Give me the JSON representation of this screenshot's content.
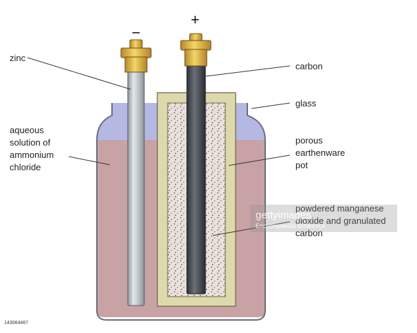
{
  "diagram": {
    "labels": {
      "zinc": "zinc",
      "solution": [
        "aqueous",
        "solution of",
        "ammonium",
        "chloride"
      ],
      "carbon": "carbon",
      "glass": "glass",
      "pot": [
        "porous",
        "earthenware",
        "pot"
      ],
      "mix": [
        "powdered manganese",
        "dioxide and granulated",
        "carbon"
      ]
    },
    "terminals": {
      "negative": "−",
      "positive": "+"
    }
  },
  "watermark": {
    "brand": "gettyimages",
    "credit": "Encyclopaedia Britannica",
    "stock_id": "143064467"
  },
  "colors": {
    "electrolyte": "#c9a2a6",
    "meniscus": "#b4b8e2",
    "pot": "#ddd9ad",
    "mix_bg": "#e9e2dc",
    "carbon_rod": "#4a4e56",
    "zinc_rod": "#b6bcc3",
    "cap": "#e2b53a"
  }
}
